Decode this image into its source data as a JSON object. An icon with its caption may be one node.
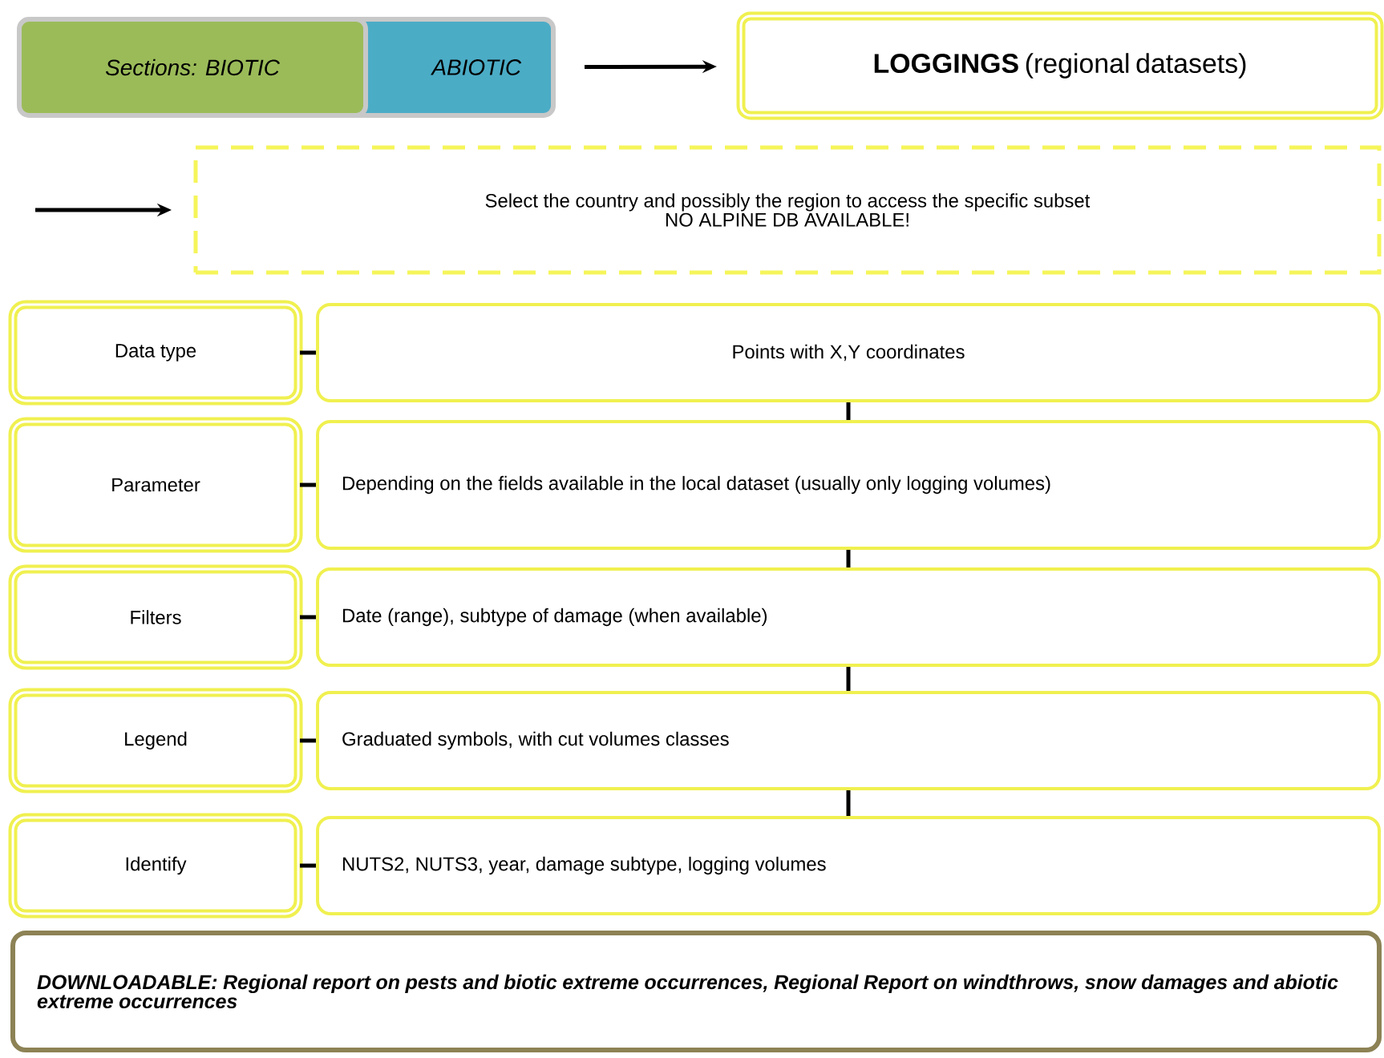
{
  "diagram": {
    "nodes": [
      {
        "text": [
          "Sections: BIOTIC"
        ]
      },
      {
        "text": [
          "ABIOTIC"
        ]
      },
      {
        "text": [
          "**LOGGINGS** (regional datasets)"
        ]
      },
      {
        "text": [
          "Select the country and possibly the region to access the specific subset",
          "NO ALPINE DB AVAILABLE!"
        ]
      },
      {
        "text": [
          "Data type"
        ]
      },
      {
        "text": [
          "Points with X,Y coordinates"
        ]
      },
      {
        "text": [
          "Parameter"
        ]
      },
      {
        "text": [
          "Depending on the fields available in the local dataset (usually only logging volumes)"
        ]
      },
      {
        "text": [
          "Filters"
        ]
      },
      {
        "text": [
          "Date (range), subtype of damage (when available)"
        ]
      },
      {
        "text": [
          "Legend"
        ]
      },
      {
        "text": [
          "Graduated symbols, with cut volumes classes"
        ]
      },
      {
        "text": [
          "Identify"
        ]
      },
      {
        "text": [
          "NUTS2, NUTS3, year, damage subtype, logging volumes"
        ]
      },
      {
        "text": [
          "DOWNLOADABLE: Regional report on pests and biotic extreme occurrences, Regional Report on windthrows, snow damages and abiotic extreme occurrences"
        ]
      }
    ],
    "edges": [
      {
        "from": 1,
        "to": 2,
        "arrow": "to"
      },
      {
        "from": null,
        "to": 3,
        "arrow": "to"
      },
      {
        "from": 4,
        "to": 5,
        "arrow": "none"
      },
      {
        "from": 6,
        "to": 7,
        "arrow": "none"
      },
      {
        "from": 8,
        "to": 9,
        "arrow": "none"
      },
      {
        "from": 10,
        "to": 11,
        "arrow": "none"
      },
      {
        "from": 12,
        "to": 13,
        "arrow": "none"
      },
      {
        "from": 5,
        "to": 7,
        "arrow": "none"
      },
      {
        "from": 7,
        "to": 9,
        "arrow": "none"
      },
      {
        "from": 9,
        "to": 11,
        "arrow": "none"
      },
      {
        "from": 11,
        "to": 13,
        "arrow": "none"
      }
    ]
  }
}
